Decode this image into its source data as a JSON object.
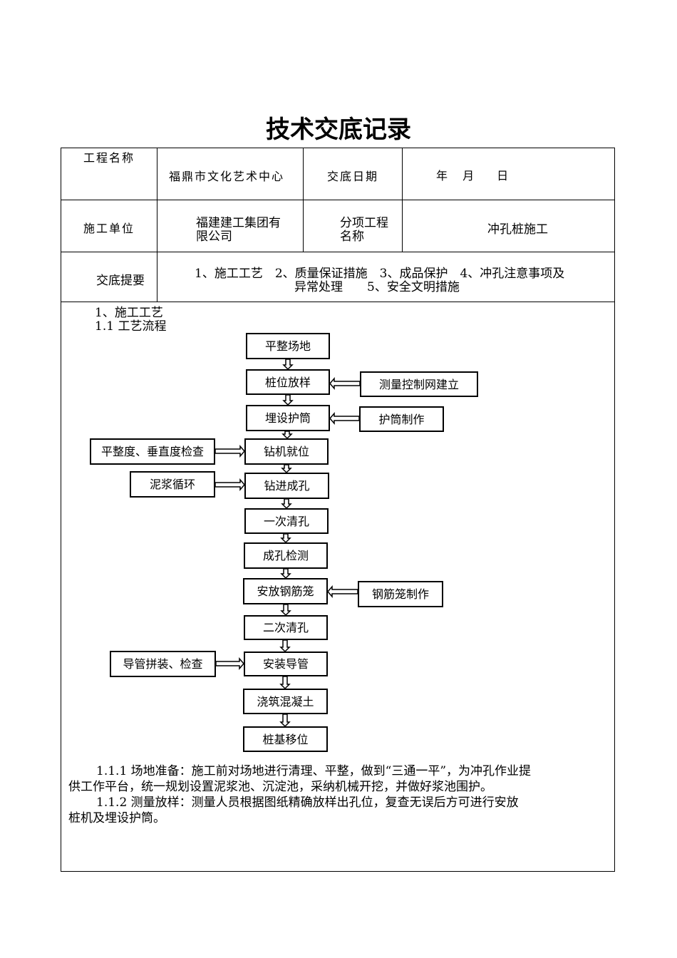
{
  "title": "技术交底记录",
  "table": {
    "project_name_label": "工程名称",
    "project_name": "福鼎市文化艺术中心",
    "date_label": "交底日期",
    "date_value": "年　 月　　日",
    "unit_label": "施工单位",
    "unit_line1": "福建建工集团有",
    "unit_line2": "限公司",
    "sub_label_line1": "分项工程",
    "sub_label_line2": "名称",
    "sub_value": "冲孔桩施工",
    "summary_label": "交底提要",
    "summary_line1": "1、施工工艺　2、质量保证措施　3、成品保护　4、冲孔注意事项及",
    "summary_line2": "异常处理　　5、安全文明措施"
  },
  "body": {
    "section": "1、施工工艺",
    "subsection": "1.1 工艺流程",
    "flow": [
      "平整场地",
      "桩位放样",
      "埋设护筒",
      "钻机就位",
      "钻进成孔",
      "一次清孔",
      "成孔检测",
      "安放钢筋笼",
      "二次清孔",
      "安装导管",
      "浇筑混凝土",
      "桩基移位"
    ],
    "side": [
      "测量控制网建立",
      "护筒制作",
      "平整度、垂直度检查",
      "泥浆循环",
      "钢筋笼制作",
      "导管拼装、检查"
    ],
    "p1_line1": "1.1.1 场地准备：施工前对场地进行清理、平整，做到“三通一平”，为冲孔作业提",
    "p1_line2": "供工作平台，统一规划设置泥浆池、沉淀池，采纳机械开挖，并做好浆池围护。",
    "p2_line1": "1.1.2 测量放样：测量人员根据图纸精确放样出孔位，复查无误后方可进行安放",
    "p2_line2": "桩机及埋设护筒。"
  }
}
